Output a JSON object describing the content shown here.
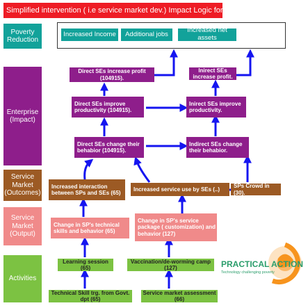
{
  "title": "Simplified intervention ( i.e service market dev.)  Impact Logic for Value Chain",
  "row_labels": {
    "poverty": "Poverty Reduction",
    "enterprise": "Enterprise (Impact)",
    "outcomes": "Service Market (Outcomes)",
    "output": "Service Market (Output)",
    "activities": "Activities"
  },
  "poverty_boxes": {
    "income": "Increased Income",
    "jobs": "Additional jobs",
    "assets": "Increased net assets"
  },
  "enterprise": {
    "direct_profit": "Direct SEs increase profit (104915).",
    "indirect_profit": "Inirect SEs increase profit.",
    "direct_productivity": "Direct SEs improve productivity (104915).",
    "indirect_productivity": "Inirect SEs improve productivity.",
    "direct_behavior": "Direct SEs change their behabior (104915).",
    "indirect_behavior": "Indirect SEs change their behabior."
  },
  "outcomes": {
    "interaction": "Increased interaction between SPs and SEs (65)",
    "service_use": "Increased service use by SEs (..)",
    "crowd_in": "SPs Crowd in (30)."
  },
  "output": {
    "technical": "Change in SP's technical skills and behavior (65)",
    "package": "Change in SP's service package ( customization) and behavior (127)"
  },
  "activities": {
    "learning": "Learning session (65)",
    "vaccination": "Vaccination/de-worming camp (127)",
    "training": "Technical Skill trg. from Govt. dpt (65)",
    "assessment": "Service market assessment (66)"
  },
  "logo": {
    "name": "PRACTICAL ACTION",
    "tagline": "Technology challenging poverty"
  },
  "colors": {
    "title_bg": "#ee1c25",
    "teal": "#12a29a",
    "purple": "#8e1e8b",
    "brown": "#9c5a24",
    "pink": "#f08a8a",
    "green": "#7cc242",
    "arrow": "#1515f0",
    "logo_orange": "#f7941d",
    "logo_green": "#2a9d6b"
  }
}
